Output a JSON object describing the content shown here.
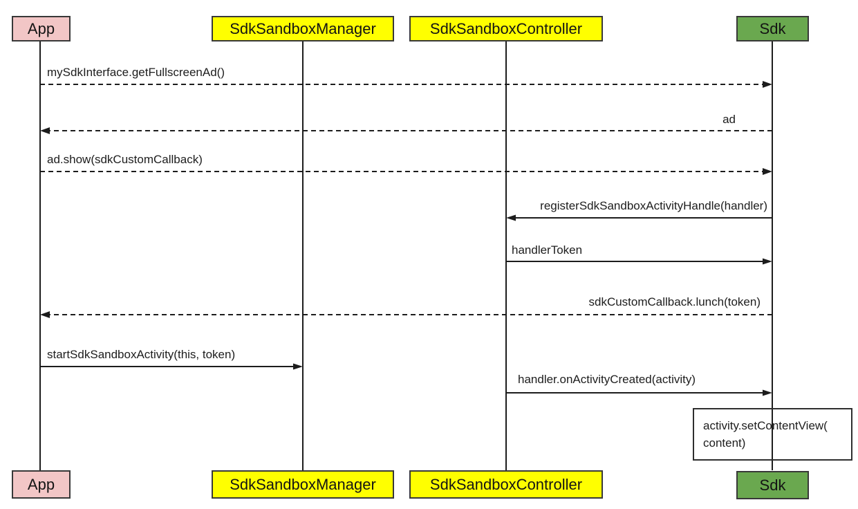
{
  "diagram_type": "uml-sequence-diagram",
  "actors": {
    "app": {
      "label": "App",
      "fill": "#f2c6c6"
    },
    "manager": {
      "label": "SdkSandboxManager",
      "fill": "#ffff00"
    },
    "controller": {
      "label": "SdkSandboxController",
      "fill": "#ffff00"
    },
    "sdk": {
      "label": "Sdk",
      "fill": "#6aa84f"
    }
  },
  "messages": {
    "get_fullscreen_ad": {
      "label": "mySdkInterface.getFullscreenAd()",
      "from": "App",
      "to": "Sdk",
      "line": "dashed"
    },
    "ad_return": {
      "label": "ad",
      "from": "Sdk",
      "to": "App",
      "line": "dashed"
    },
    "ad_show": {
      "label": "ad.show(sdkCustomCallback)",
      "from": "App",
      "to": "Sdk",
      "line": "dashed"
    },
    "register_handler": {
      "label": "registerSdkSandboxActivityHandle(handler)",
      "from": "Sdk",
      "to": "SdkSandboxController",
      "line": "solid"
    },
    "handler_token": {
      "label": "handlerToken",
      "from": "SdkSandboxController",
      "to": "Sdk",
      "line": "solid"
    },
    "callback_lunch": {
      "label": "sdkCustomCallback.lunch(token)",
      "from": "Sdk",
      "to": "App",
      "line": "dashed"
    },
    "start_activity": {
      "label": "startSdkSandboxActivity(this, token)",
      "from": "App",
      "to": "SdkSandboxManager",
      "line": "solid"
    },
    "on_activity_created": {
      "label": "handler.onActivityCreated(activity)",
      "from": "SdkSandboxController",
      "to": "Sdk",
      "line": "solid"
    }
  },
  "note": {
    "line1": "activity.setContentView(",
    "line2": "content)"
  }
}
